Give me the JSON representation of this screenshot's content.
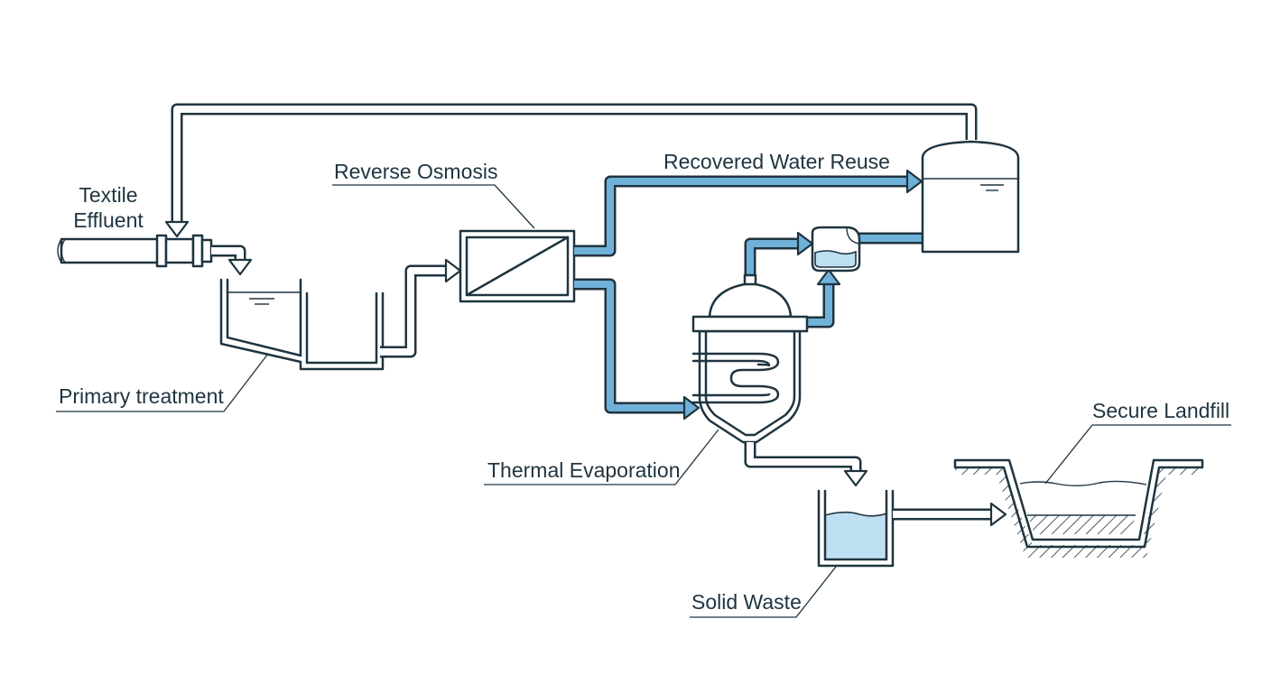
{
  "labels": {
    "textile_effluent_line1": "Textile",
    "textile_effluent_line2": "Effluent",
    "reverse_osmosis": "Reverse Osmosis",
    "recovered_water_reuse": "Recovered Water Reuse",
    "primary_treatment": "Primary treatment",
    "thermal_evaporation": "Thermal Evaporation",
    "solid_waste": "Solid Waste",
    "secure_landfill": "Secure Landfill"
  },
  "colors": {
    "line": "#1f3440",
    "water_flow": "#6fb1d8",
    "water_fill": "#bfe0f2",
    "background": "#ffffff"
  }
}
